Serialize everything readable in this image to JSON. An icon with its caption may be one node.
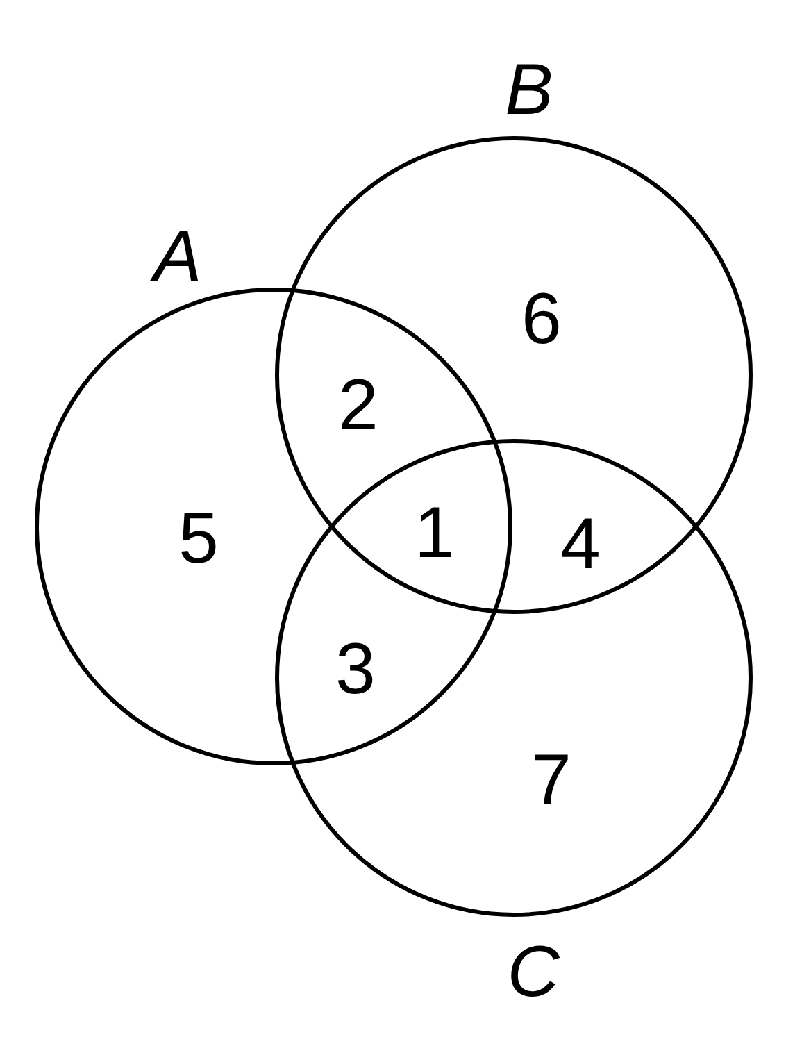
{
  "diagram": {
    "nodes": [
      {
        "text": [
          "A"
        ]
      },
      {
        "text": [
          "B"
        ]
      },
      {
        "text": [
          "C"
        ]
      }
    ],
    "labels": [
      "6",
      "2",
      "5",
      "1",
      "4",
      "3",
      "7"
    ]
  }
}
